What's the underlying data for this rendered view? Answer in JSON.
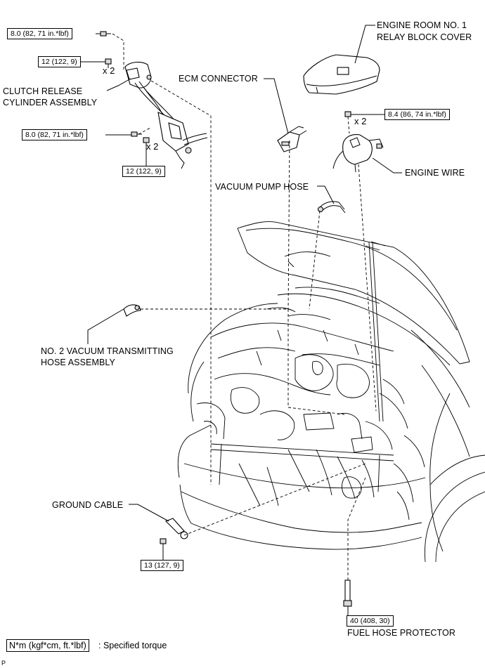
{
  "labels": {
    "relay_cover_line1": "ENGINE ROOM NO. 1",
    "relay_cover_line2": "RELAY BLOCK COVER",
    "ecm_connector": "ECM CONNECTOR",
    "clutch_line1": "CLUTCH RELEASE",
    "clutch_line2": "CYLINDER ASSEMBLY",
    "engine_wire": "ENGINE WIRE",
    "vacuum_pump_hose": "VACUUM PUMP HOSE",
    "vac_hose_line1": "NO. 2 VACUUM TRANSMITTING",
    "vac_hose_line2": "HOSE ASSEMBLY",
    "ground_cable": "GROUND CABLE",
    "fuel_hose_protector": "FUEL HOSE PROTECTOR"
  },
  "torques": {
    "top_bolt": "8.0 (82, 71 in.*lbf)",
    "clutch_nut_upper": "12 (122, 9)",
    "clutch_bolt_lower": "8.0 (82, 71 in.*lbf)",
    "clutch_nut_lower": "12 (122, 9)",
    "engine_wire_nut": "8.4 (86, 74 in.*lbf)",
    "ground_bolt": "13 (127, 9)",
    "fuel_protector_bolt": "40 (408, 30)"
  },
  "quantities": {
    "clutch_upper": "x 2",
    "clutch_lower": "x 2",
    "engine_wire": "x 2"
  },
  "legend": {
    "unit": "N*m (kgf*cm, ft.*lbf)",
    "meaning": ": Specified torque"
  },
  "figure_code": "P"
}
